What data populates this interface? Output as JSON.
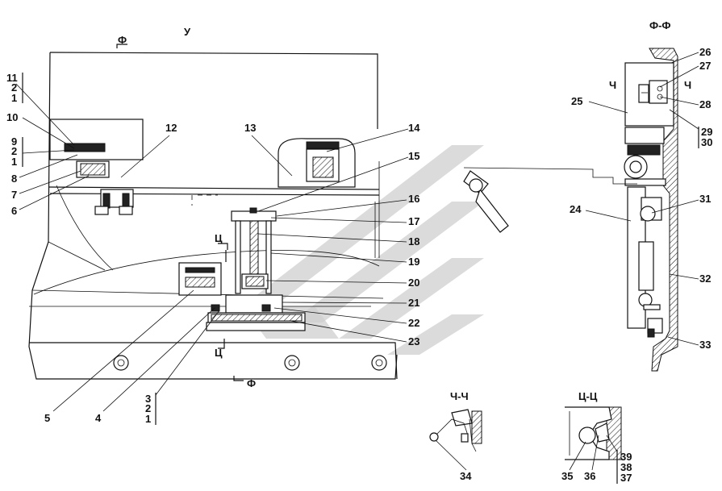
{
  "views": {
    "main": "У",
    "section_ff": "Ф-Ф",
    "section_chch": "Ч-Ч",
    "section_tsts": "Ц-Ц"
  },
  "cut_marks": {
    "f": "Ф",
    "ch": "Ч",
    "ts": "Ц"
  },
  "callouts": {
    "left_group_top": [
      "11",
      "2",
      "1"
    ],
    "left_group_mid": [
      "9",
      "2",
      "1"
    ],
    "bottom_group": [
      "3",
      "2",
      "1"
    ],
    "right_group_bottom": [
      "39",
      "38",
      "37"
    ],
    "pair_29_30": [
      "29",
      "30"
    ],
    "p4": "4",
    "p5": "5",
    "p6": "6",
    "p7": "7",
    "p8": "8",
    "p10": "10",
    "p12": "12",
    "p13": "13",
    "p14": "14",
    "p15": "15",
    "p16": "16",
    "p17": "17",
    "p18": "18",
    "p19": "19",
    "p20": "20",
    "p21": "21",
    "p22": "22",
    "p23": "23",
    "p24": "24",
    "p25": "25",
    "p26": "26",
    "p27": "27",
    "p28": "28",
    "p31": "31",
    "p32": "32",
    "p33": "33",
    "p34": "34",
    "p35": "35",
    "p36": "36"
  }
}
